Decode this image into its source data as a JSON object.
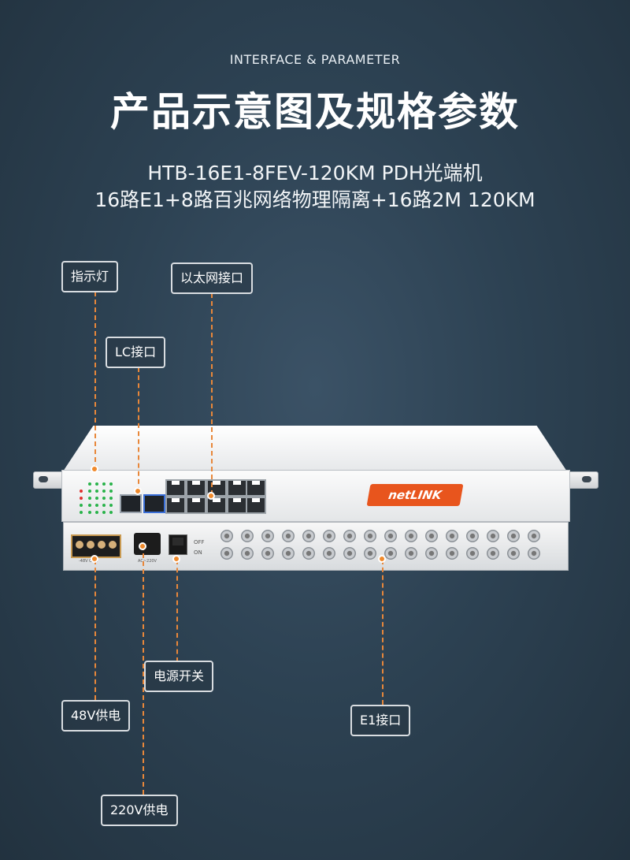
{
  "header": {
    "subtitle_en": "INTERFACE & PARAMETER",
    "title": "产品示意图及规格参数",
    "model": "HTB-16E1-8FEV-120KM PDH光端机",
    "description": "16路E1+8路百兆网络物理隔离+16路2M 120KM"
  },
  "callouts": {
    "indicator": "指示灯",
    "ethernet": "以太网接口",
    "lc": "LC接口",
    "power_switch": "电源开关",
    "dc48": "48V供电",
    "e1": "E1接口",
    "ac220": "220V供电"
  },
  "device": {
    "brand": "netLINK",
    "rear_labels": {
      "off": "OFF",
      "on": "ON",
      "dc": "-48V GND",
      "ac": "AC~220V"
    }
  },
  "colors": {
    "accent": "#f08a2c",
    "logo": "#e8551d"
  }
}
